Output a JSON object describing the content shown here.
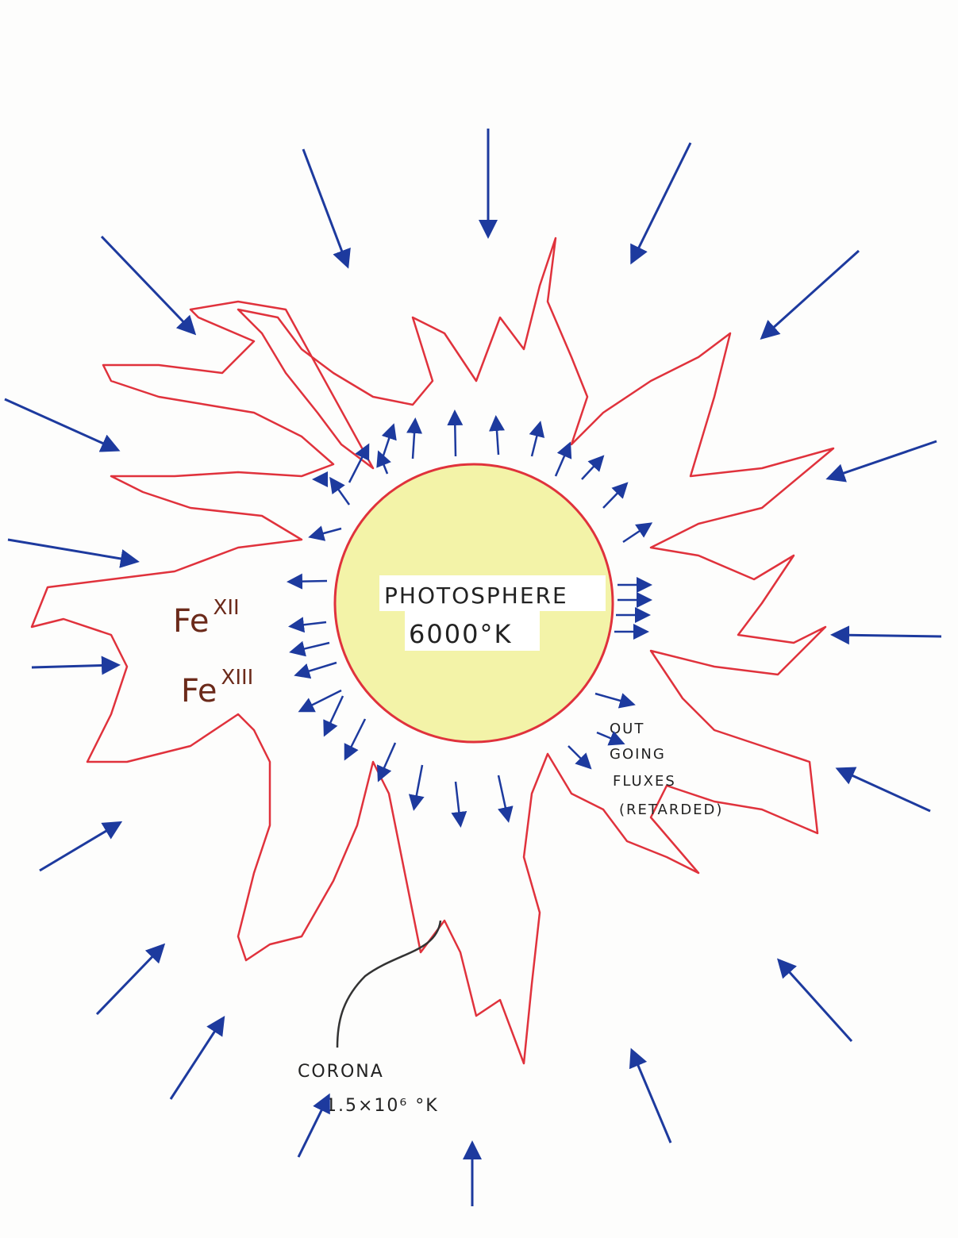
{
  "diagram": {
    "photosphere": {
      "name": "PHOTOSPHERE",
      "temperature": "6000°K"
    },
    "ions": {
      "fe12_base": "Fe",
      "fe12_sup": "XII",
      "fe13_base": "Fe",
      "fe13_sup": "XIII"
    },
    "outgoing": {
      "line1": "OUT",
      "line2": "GOING",
      "line3": "FLUXES",
      "line4": "(RETARDED)"
    },
    "corona": {
      "name": "CORONA",
      "temperature": "1.5×10⁶ °K"
    },
    "colors": {
      "sun_fill": "#f3f3a8",
      "sun_outline": "#e0323c",
      "corona_outline": "#e0323c",
      "arrow": "#1d3a9e",
      "ion_text": "#6b2a1a",
      "ink": "#222222"
    }
  }
}
